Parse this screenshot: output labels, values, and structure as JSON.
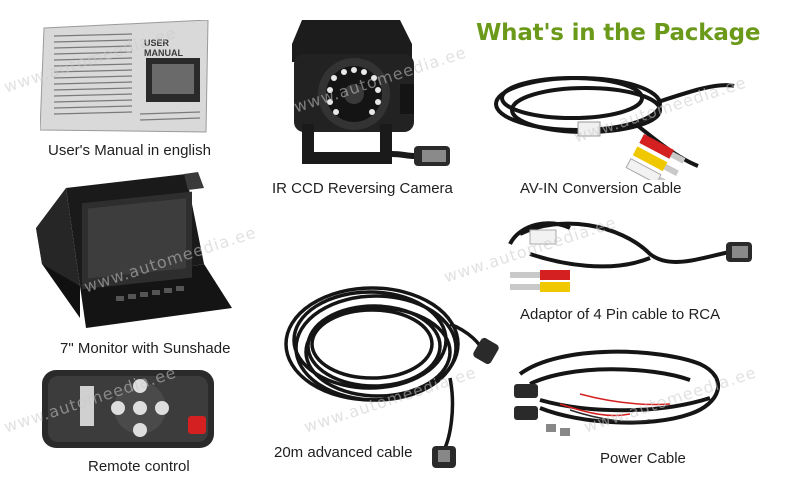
{
  "title": "What's in the Package",
  "watermark": "www.automeedia.ee",
  "manual": {
    "caption": "User's Manual in english",
    "header": "USER MANUAL"
  },
  "camera": {
    "caption": "IR CCD Reversing Camera"
  },
  "av_cable": {
    "caption": "AV-IN Conversion Cable"
  },
  "monitor": {
    "caption": "7\" Monitor with Sunshade"
  },
  "adaptor": {
    "caption": "Adaptor of 4 Pin cable to RCA"
  },
  "remote": {
    "caption": "Remote control"
  },
  "cable20": {
    "caption": "20m advanced cable"
  },
  "power": {
    "caption": "Power Cable"
  },
  "colors": {
    "title": "#6b9a1a",
    "device": "#1a1a1a",
    "rca_red": "#d42020",
    "rca_yellow": "#f0c800",
    "rca_white": "#f2f2f2"
  }
}
